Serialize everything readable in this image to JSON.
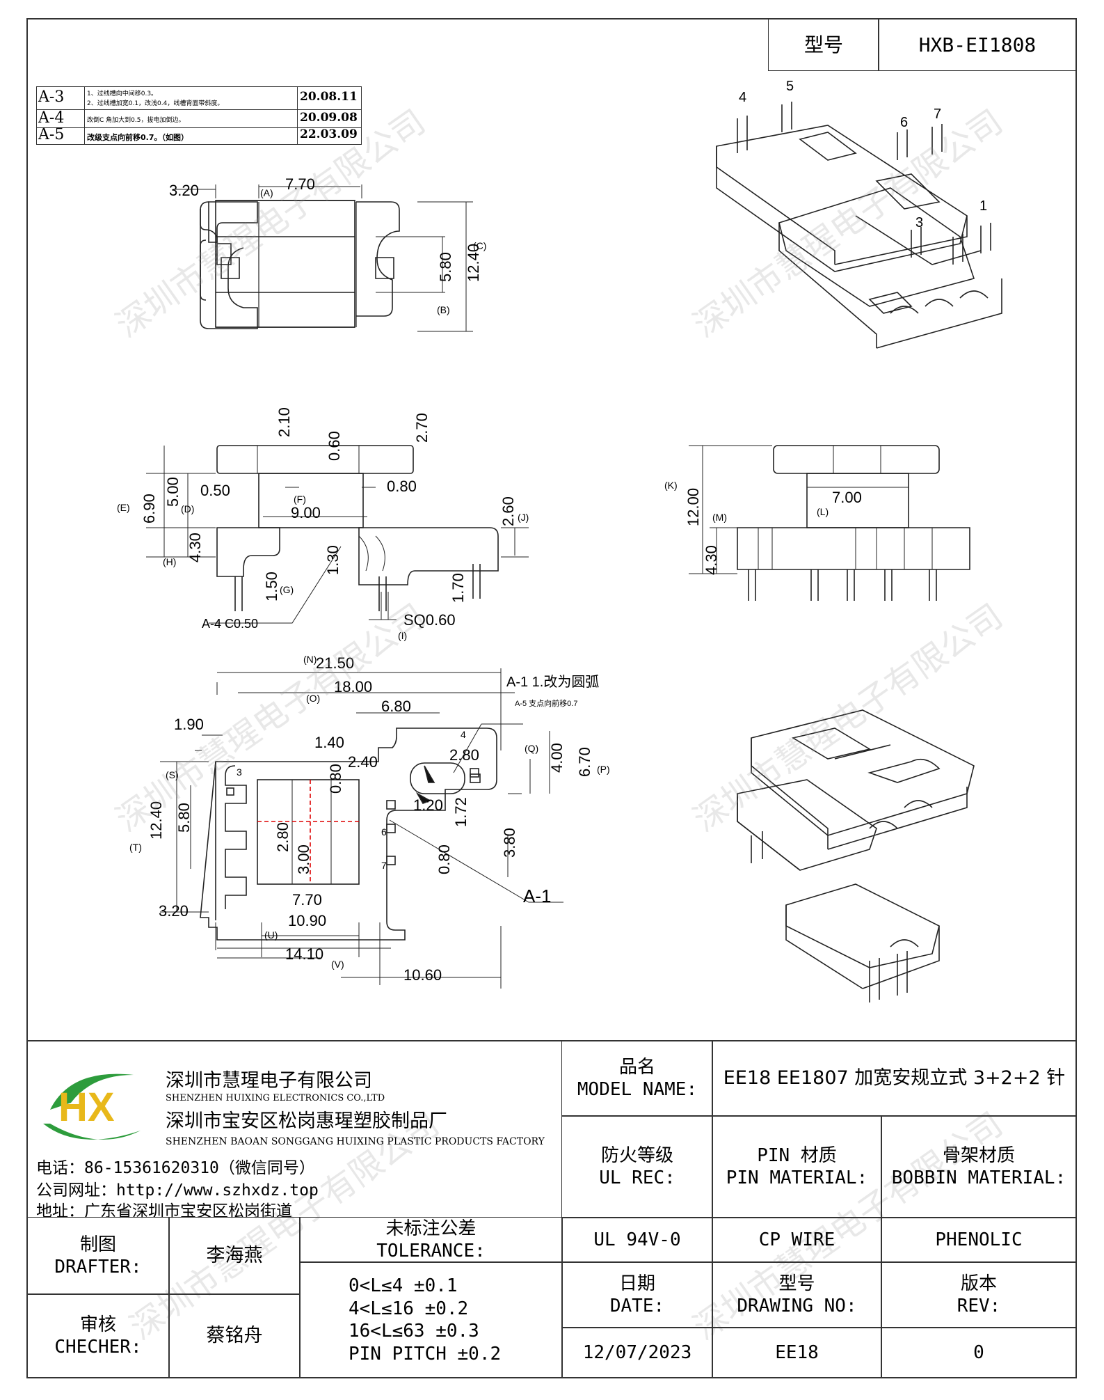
{
  "header": {
    "type_label": "型号",
    "type_value": "HXB-EI1808"
  },
  "revisions": [
    {
      "code": "A-3",
      "desc1": "1、过线槽向中间移0.3。",
      "desc2": "2、过线槽加宽0.1，改浅0.4，线槽背面带斜度。",
      "date": "20.08.11"
    },
    {
      "code": "A-4",
      "desc1": "改倒C 角加大到0.5，拔电加倒边。",
      "desc2": "",
      "date": "20.09.08"
    },
    {
      "code": "A-5",
      "desc1": "改级支点向前移0.7。（如图）",
      "desc2": "",
      "date": "22.03.09"
    }
  ],
  "watermark": "深圳市慧瑆电子有限公司",
  "dims_top": {
    "d320": "3.20",
    "dA": "(A)",
    "d770": "7.70",
    "d580": "5.80",
    "dB": "(B)",
    "d1240": "12.40",
    "dC": "(C)"
  },
  "dims_front": {
    "d210": "2.10",
    "d060": "0.60",
    "d270": "2.70",
    "d050": "0.50",
    "d080": "0.80",
    "dF": "(F)",
    "d900": "9.00",
    "d690": "6.90",
    "dE": "(E)",
    "d500": "5.00",
    "dD": "(D)",
    "d430": "4.30",
    "dH": "(H)",
    "d130": "1.30",
    "d150": "1.50",
    "dG": "(G)",
    "d170": "1.70",
    "d260": "2.60",
    "dJ": "(J)",
    "sq": "SQ0.60",
    "dI": "(I)",
    "a4": "A-4 C0.50"
  },
  "dims_side": {
    "dK": "(K)",
    "d1200": "12.00",
    "d700": "7.00",
    "dL": "(L)",
    "d430": "4.30",
    "dM": "(M)"
  },
  "dims_bottom": {
    "dN": "(N)",
    "d2150": "21.50",
    "d1800": "18.00",
    "dO": "(O)",
    "d680": "6.80",
    "d190": "1.90",
    "d140": "1.40",
    "d240": "2.40",
    "d280a": "2.80",
    "d080": "0.80",
    "d120": "1.20",
    "d172": "1.72",
    "dS": "(S)",
    "d580": "5.80",
    "d1240": "12.40",
    "dT": "(T)",
    "d280b": "2.80",
    "d300": "3.00",
    "d080b": "0.80",
    "d380": "3.80",
    "d400": "4.00",
    "dQ": "(Q)",
    "d670": "6.70",
    "dP": "(P)",
    "d320": "3.20",
    "d770": "7.70",
    "d1090": "10.90",
    "dU": "(U)",
    "d1410": "14.10",
    "dV": "(V)",
    "d1060": "10.60",
    "a1": "A-1 1.改为圆弧",
    "a5": "A-5 支点向前移0.7",
    "a1b": "A-1",
    "pins": [
      "3",
      "4",
      "6",
      "7"
    ]
  },
  "iso_pins": [
    "4",
    "5",
    "6",
    "7",
    "3",
    "1"
  ],
  "company": {
    "name_cn": "深圳市慧瑆电子有限公司",
    "name_en": "SHENZHEN HUIXING ELECTRONICS CO.,LTD",
    "factory_cn": "深圳市宝安区松岗惠瑆塑胶制品厂",
    "factory_en": "SHENZHEN BAOAN SONGGANG HUIXING PLASTIC PRODUCTS FACTORY",
    "phone": "电话：86-15361620310（微信同号）",
    "web": "公司网址：http://www.szhxdz.top",
    "addr": "地址：广东省深圳市宝安区松岗街道",
    "logo_text": "HX"
  },
  "title_block": {
    "model_label_cn": "品名",
    "model_label_en": "MODEL NAME:",
    "model_value": "EE18 EE1807 加宽安规立式 3+2+2 针",
    "ul_label_cn": "防火等级",
    "ul_label_en": "UL REC:",
    "ul_value": "UL 94V-0",
    "pin_label_cn": "PIN 材质",
    "pin_label_en": "PIN MATERIAL:",
    "pin_value": "CP WIRE",
    "bobbin_label_cn": "骨架材质",
    "bobbin_label_en": "BOBBIN MATERIAL:",
    "bobbin_value": "PHENOLIC",
    "drafter_cn": "制图",
    "drafter_en": "DRAFTER:",
    "drafter_name": "李海燕",
    "checker_cn": "审核",
    "checker_en": "CHECHER:",
    "checker_name": "蔡铭舟",
    "tol_cn": "未标注公差",
    "tol_en": "TOLERANCE:",
    "tol_lines": [
      "0<L≤4  ±0.1",
      "4<L≤16 ±0.2",
      "16<L≤63 ±0.3",
      "PIN PITCH ±0.2"
    ],
    "date_cn": "日期",
    "date_en": "DATE:",
    "date_value": "12/07/2023",
    "dwg_cn": "型号",
    "dwg_en": "DRAWING NO:",
    "dwg_value": "EE18",
    "rev_cn": "版本",
    "rev_en": "REV:",
    "rev_value": "0"
  }
}
